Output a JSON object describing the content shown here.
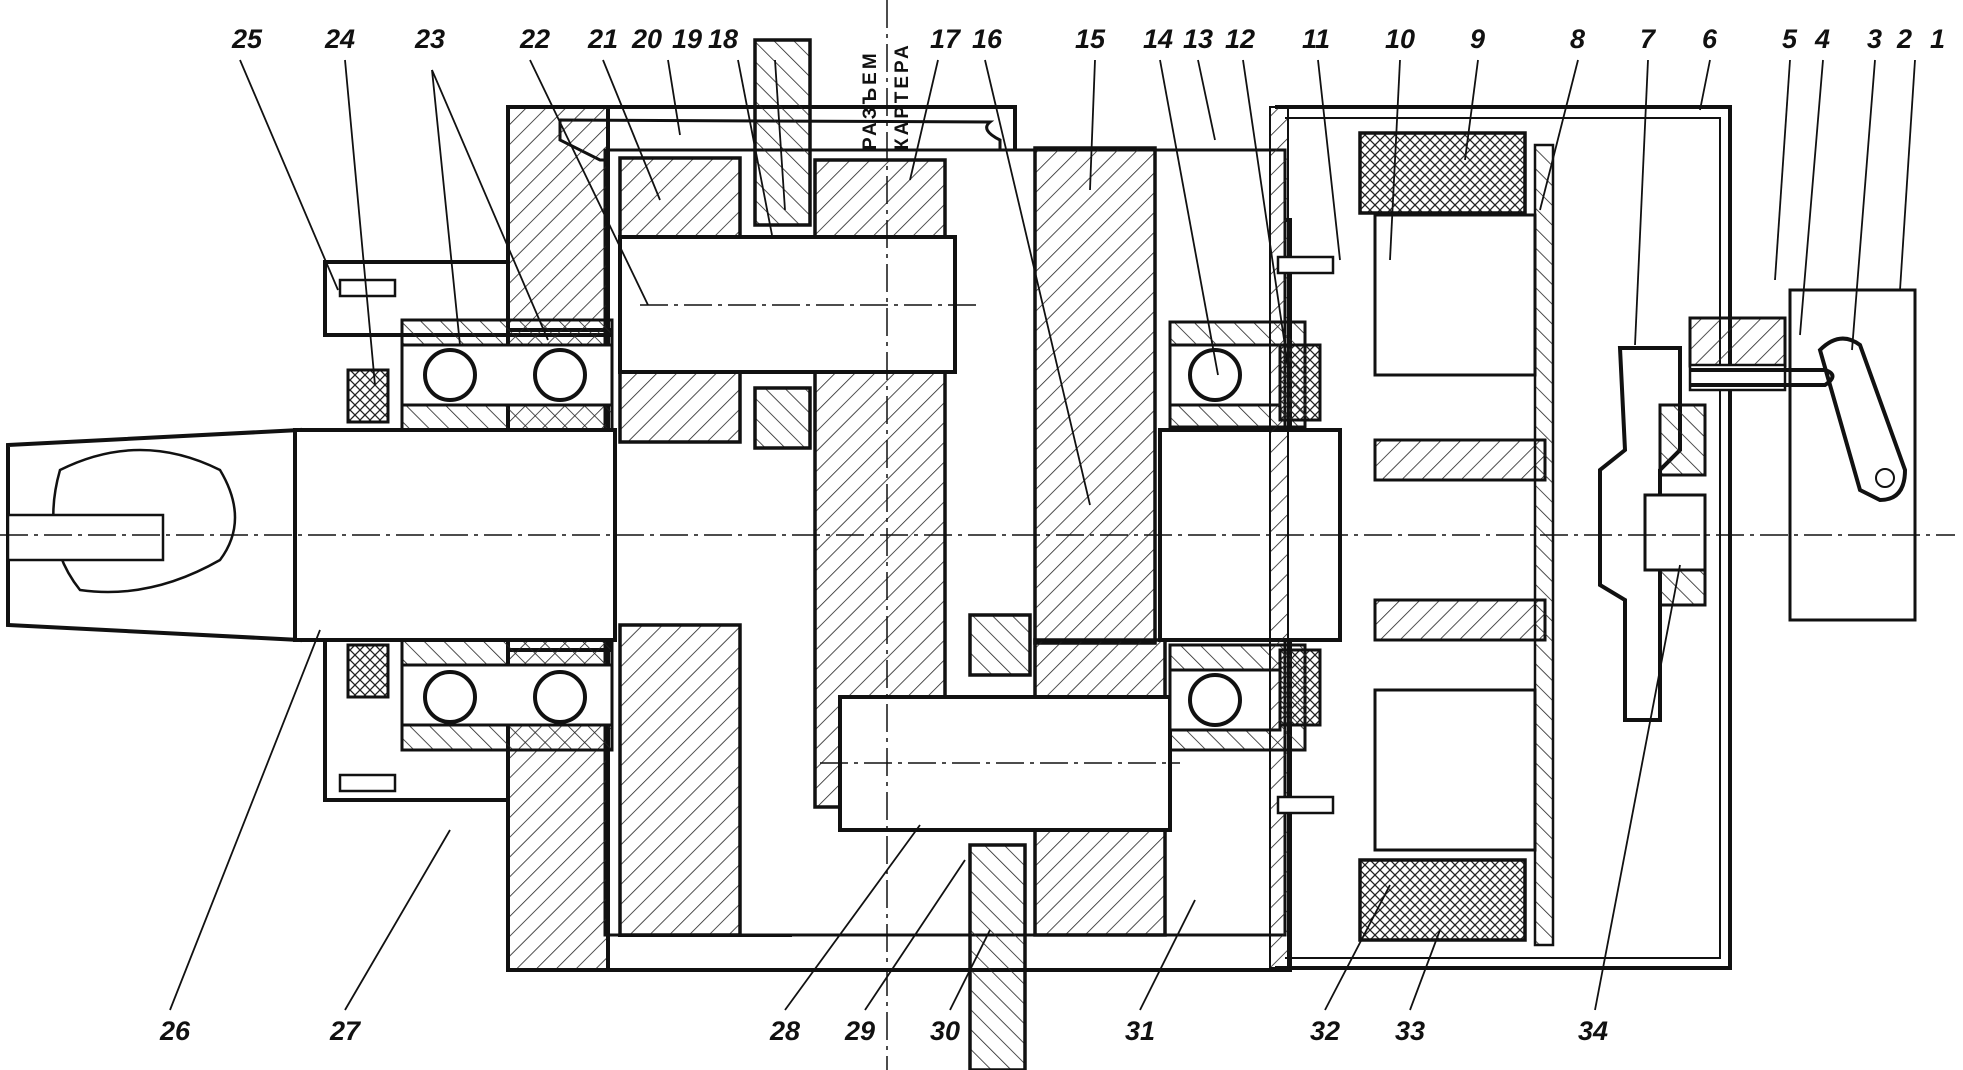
{
  "figure": {
    "parting_line_label": [
      "РАЗЪЕМ",
      "КАРТЕРА"
    ],
    "callouts": [
      {
        "id": "25",
        "text": "25"
      },
      {
        "id": "24",
        "text": "24"
      },
      {
        "id": "23",
        "text": "23"
      },
      {
        "id": "22",
        "text": "22"
      },
      {
        "id": "21",
        "text": "21"
      },
      {
        "id": "20",
        "text": "20"
      },
      {
        "id": "19",
        "text": "19"
      },
      {
        "id": "18",
        "text": "18"
      },
      {
        "id": "17",
        "text": "17"
      },
      {
        "id": "16",
        "text": "16"
      },
      {
        "id": "15",
        "text": "15"
      },
      {
        "id": "14",
        "text": "14"
      },
      {
        "id": "13",
        "text": "13"
      },
      {
        "id": "12",
        "text": "12"
      },
      {
        "id": "11",
        "text": "11"
      },
      {
        "id": "10",
        "text": "10"
      },
      {
        "id": "9",
        "text": "9"
      },
      {
        "id": "8",
        "text": "8"
      },
      {
        "id": "7",
        "text": "7"
      },
      {
        "id": "6",
        "text": "6"
      },
      {
        "id": "5",
        "text": "5"
      },
      {
        "id": "4",
        "text": "4"
      },
      {
        "id": "3",
        "text": "3"
      },
      {
        "id": "2",
        "text": "2"
      },
      {
        "id": "1",
        "text": "1"
      },
      {
        "id": "26",
        "text": "26"
      },
      {
        "id": "27",
        "text": "27"
      },
      {
        "id": "28",
        "text": "28"
      },
      {
        "id": "29",
        "text": "29"
      },
      {
        "id": "30",
        "text": "30"
      },
      {
        "id": "31",
        "text": "31"
      },
      {
        "id": "32",
        "text": "32"
      },
      {
        "id": "33",
        "text": "33"
      },
      {
        "id": "34",
        "text": "34"
      }
    ]
  }
}
